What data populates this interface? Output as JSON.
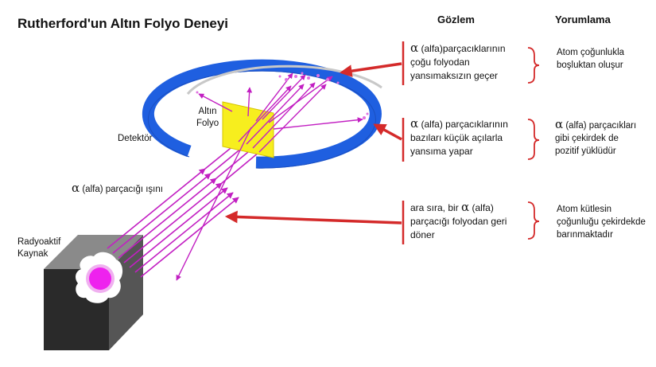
{
  "title": "Rutherford'un Altın Folyo Deneyi",
  "columns": {
    "observation": "Gözlem",
    "interpretation": "Yorumlama"
  },
  "alpha_symbol": "α",
  "labels": {
    "foil_1": "Altın",
    "foil_2": "Folyo",
    "detector": "Detektör",
    "beam": "(alfa) parçacığı ışını",
    "source_1": "Radyoaktif",
    "source_2": "Kaynak"
  },
  "rows": [
    {
      "observation": [
        {
          "alpha": "α",
          "text": "(alfa)parçacıklarının"
        },
        {
          "text": "çoğu folyodan"
        },
        {
          "text": "yansımaksızın geçer"
        }
      ],
      "interpretation": [
        "Atom çoğunlukla",
        "boşluktan oluşur"
      ]
    },
    {
      "observation": [
        {
          "alpha": "α",
          "text": "(alfa) parçacıklarının"
        },
        {
          "text": "bazıları küçük açılarla"
        },
        {
          "text": "yansıma yapar"
        }
      ],
      "interpretation": [
        {
          "alpha": "α",
          "text": "(alfa)  parçacıkları"
        },
        {
          "text": "gibi çekirdek de"
        },
        {
          "text": "pozitif yüklüdür"
        }
      ]
    },
    {
      "observation": [
        {
          "text": "ara sıra, bir ",
          "alpha": "α",
          "text2": "(alfa)"
        },
        {
          "text": "parçacığı folyodan geri"
        },
        {
          "text": "döner"
        }
      ],
      "interpretation": [
        "Atom kütlesin",
        "çoğunluğu çekirdekde",
        "barınmaktadır"
      ]
    }
  ],
  "colors": {
    "ring": "#1f5fe0",
    "beam": "#c21fc2",
    "foil": "#f7ee1e",
    "arrow": "#d42a2a",
    "brace": "#d42a2a",
    "box": "#2a2a2a",
    "nucleus": "#ee22ee"
  }
}
